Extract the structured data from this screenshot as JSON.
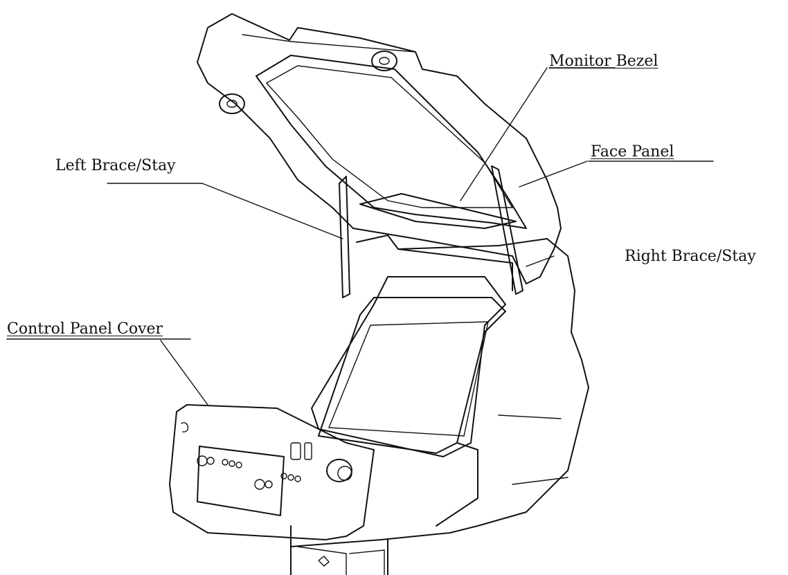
{
  "labels": {
    "monitor_bezel": "Monitor Bezel",
    "face_panel": "Face Panel",
    "left_brace": "Left Brace/Stay",
    "right_brace": "Right Brace/Stay",
    "control_panel_cover": "Control Panel Cover"
  },
  "colors": {
    "ink": "#111111",
    "background": "#ffffff"
  }
}
